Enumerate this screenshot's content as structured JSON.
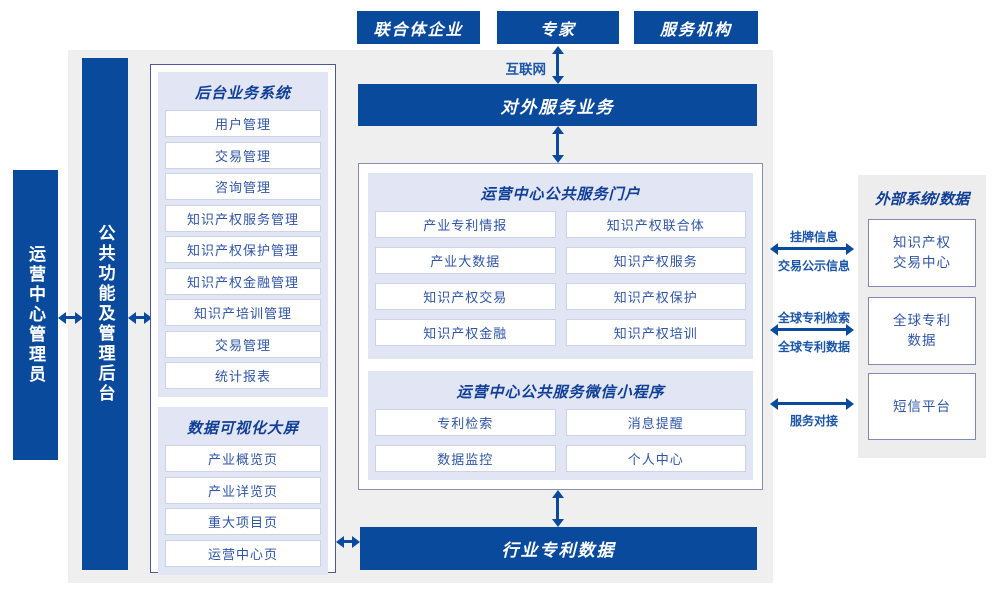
{
  "diagram": {
    "top_actors": [
      {
        "label": "联合体企业"
      },
      {
        "label": "专家"
      },
      {
        "label": "服务机构"
      }
    ],
    "internet_label": "互联网",
    "external_service_bar": "对外服务业务",
    "industry_patent_bar": "行业专利数据",
    "admin_bar": "运营中心管理员",
    "backend_bar": "公共功能及管理后台",
    "back_office": {
      "title": "后台业务系统",
      "items": [
        "用户管理",
        "交易管理",
        "咨询管理",
        "知识产权服务管理",
        "知识产权保护管理",
        "知识产权金融管理",
        "知识产培训管理",
        "交易管理",
        "统计报表"
      ]
    },
    "data_viz": {
      "title": "数据可视化大屏",
      "items": [
        "产业概览页",
        "产业详览页",
        "重大项目页",
        "运营中心页"
      ]
    },
    "portal": {
      "title": "运营中心公共服务门户",
      "items": [
        "产业专利情报",
        "知识产权联合体",
        "产业大数据",
        "知识产权服务",
        "知识产权交易",
        "知识产权保护",
        "知识产权金融",
        "知识产权培训"
      ]
    },
    "miniapp": {
      "title": "运营中心公共服务微信小程序",
      "items": [
        "专利检索",
        "消息提醒",
        "数据监控",
        "个人中心"
      ]
    },
    "external_systems": {
      "title": "外部系统/数据",
      "boxes": [
        "知识产权\n交易中心",
        "全球专利\n数据",
        "短信平台"
      ]
    },
    "link_labels": {
      "listing_info": "挂牌信息",
      "trade_publicity": "交易公示信息",
      "global_patent_search": "全球专利检索",
      "global_patent_data": "全球专利数据",
      "service_connect": "服务对接"
    },
    "colors": {
      "primary_blue": "#0a4a9d",
      "panel_lavender": "#e2e6f4",
      "item_text_blue": "#2f55a5",
      "title_navy": "#0f3f96",
      "background_gray": "#efefef"
    }
  }
}
